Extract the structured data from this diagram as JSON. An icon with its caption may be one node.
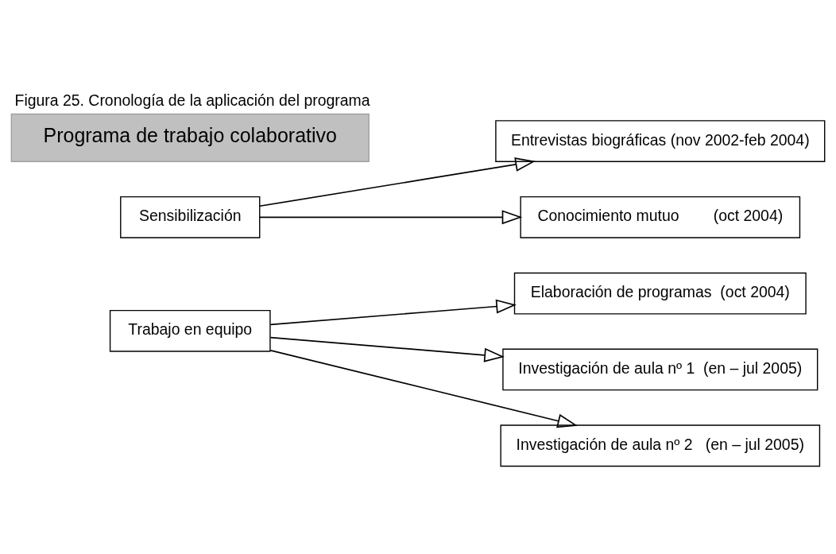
{
  "diagram": {
    "title": "Figura 25. Cronología de la aplicación del programa",
    "nodes": [
      {
        "text": [
          "Programa de trabajo colaborativo"
        ]
      },
      {
        "text": [
          "Sensibilización"
        ]
      },
      {
        "text": [
          "Entrevistas biográficas (nov 2002-feb 2004)"
        ]
      },
      {
        "text": [
          "Conocimiento mutuo        (oct 2004)"
        ]
      },
      {
        "text": [
          "Trabajo en equipo"
        ]
      },
      {
        "text": [
          "Elaboración de programas  (oct 2004)"
        ]
      },
      {
        "text": [
          "Investigación de aula nº 1  (en – jul 2005)"
        ]
      },
      {
        "text": [
          "Investigación de aula nº 2   (en – jul 2005)"
        ]
      }
    ],
    "edges": [
      {
        "from": 1,
        "to": 2,
        "arrow": "to"
      },
      {
        "from": 1,
        "to": 3,
        "arrow": "to"
      },
      {
        "from": 4,
        "to": 5,
        "arrow": "to"
      },
      {
        "from": 4,
        "to": 6,
        "arrow": "to"
      },
      {
        "from": 4,
        "to": 7,
        "arrow": "to"
      }
    ]
  }
}
